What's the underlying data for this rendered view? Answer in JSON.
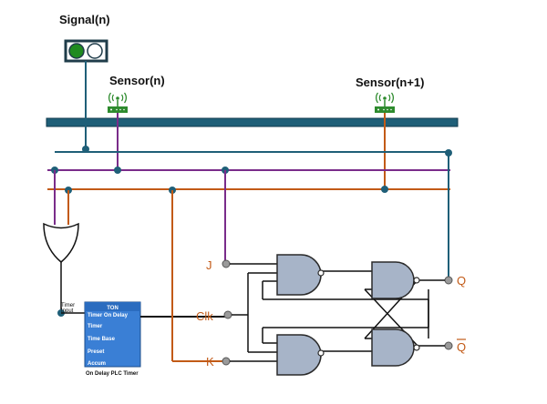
{
  "labels": {
    "signal": "Signal(n)",
    "sensor_n": "Sensor(n)",
    "sensor_n1": "Sensor(n+1)"
  },
  "timer": {
    "input_label_line1": "Timer",
    "input_label_line2": "Input",
    "title": "TON",
    "fields": [
      "Timer On Delay",
      "Timer",
      "Time Base",
      "Preset",
      "Accum"
    ],
    "caption": "On Delay PLC Timer"
  },
  "flipflop": {
    "j": "J",
    "clk": "Clk",
    "k": "K",
    "q": "Q",
    "qbar": "Q"
  },
  "colors": {
    "bus_fill": "#1f5f78",
    "bus_stroke": "#0f3a4c",
    "teal_wire": "#1f5f78",
    "purple_wire": "#7a2c8a",
    "orange_wire": "#c25a17",
    "black_wire": "#111111",
    "gate_fill": "#a7b4c8",
    "gate_stroke": "#2a2a2a",
    "timer_fill": "#3a7fd5",
    "timer_title_bg": "#2b6cbf",
    "sensor_green": "#2e8b2e",
    "signal_green": "#1f8b1f",
    "pin_orange": "#c25a17"
  },
  "icons": {
    "signal": "traffic-light-icon",
    "sensor": "wireless-sensor-icon"
  }
}
